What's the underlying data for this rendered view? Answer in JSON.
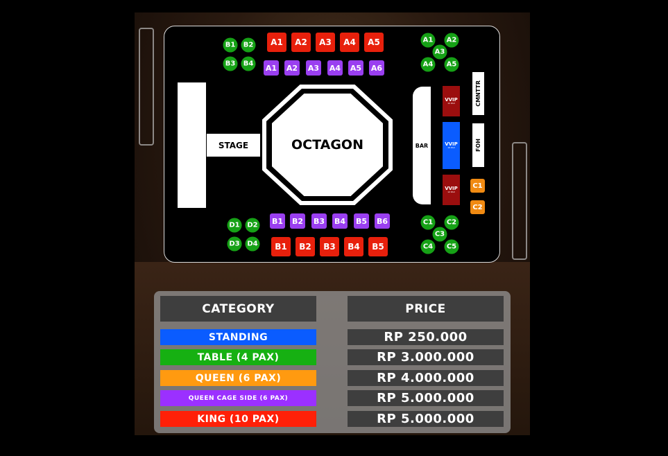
{
  "map": {
    "stage": "STAGE",
    "octagon": "OCTAGON",
    "bar": "BAR",
    "cmnttr": "CMNTTR",
    "foh": "FOH",
    "vvip": [
      {
        "label": "VVIP",
        "pax": "12 PAX"
      },
      {
        "label": "VVIP",
        "pax": "16 PAX"
      },
      {
        "label": "VVIP",
        "pax": "12 PAX"
      }
    ],
    "table_top_left": [
      "B1",
      "B2",
      "B3",
      "B4"
    ],
    "table_top_right": [
      "A1",
      "A2",
      "A3",
      "A4",
      "A5"
    ],
    "table_bottom_left": [
      "D1",
      "D2",
      "D3",
      "D4"
    ],
    "table_bottom_right": [
      "C1",
      "C2",
      "C3",
      "C4",
      "C5"
    ],
    "king_top": [
      "A1",
      "A2",
      "A3",
      "A4",
      "A5"
    ],
    "king_bottom": [
      "B1",
      "B2",
      "B3",
      "B4",
      "B5"
    ],
    "cage_top": [
      "A1",
      "A2",
      "A3",
      "A4",
      "A5",
      "A6"
    ],
    "cage_bottom": [
      "B1",
      "B2",
      "B3",
      "B4",
      "B5",
      "B6"
    ],
    "queen": [
      "C1",
      "C2"
    ]
  },
  "pricing": {
    "header_category": "CATEGORY",
    "header_price": "PRICE",
    "rows": [
      {
        "category": "STANDING",
        "price": "RP 250.000",
        "color": "#0a5cff"
      },
      {
        "category": "TABLE (4 PAX)",
        "price": "RP 3.000.000",
        "color": "#16b012"
      },
      {
        "category": "QUEEN (6 PAX)",
        "price": "RP 4.000.000",
        "color": "#ff9a10"
      },
      {
        "category": "QUEEN CAGE SIDE (6 PAX)",
        "price": "RP 5.000.000",
        "color": "#9b30ff"
      },
      {
        "category": "KING (10 PAX)",
        "price": "RP 5.000.000",
        "color": "#ff2008"
      }
    ]
  }
}
